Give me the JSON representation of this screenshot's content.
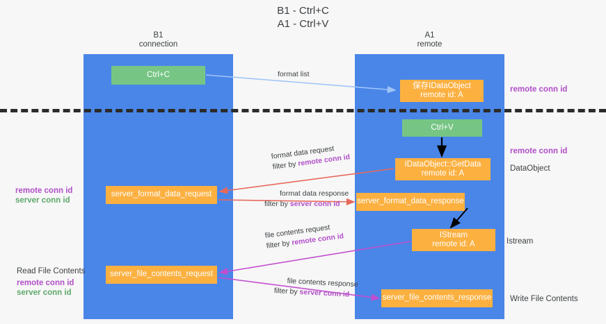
{
  "title": "B1 - Ctrl+C\nA1 - Ctrl+V",
  "columns": {
    "left": "B1\nconnection",
    "right": "A1\nremote"
  },
  "boxes": {
    "ctrl_c": "Ctrl+C",
    "idataobject_store": "保存IDataObject\nremote id: A",
    "ctrl_v": "Ctrl+V",
    "getdata": "IDataObject::GetData\nremote id: A",
    "server_format_data_request": "server_format_data_request",
    "server_format_data_response": "server_format_data_response",
    "istream": "IStream\nremote id: A",
    "server_file_contents_request": "server_file_contents_request",
    "server_file_contents_response": "server_file_contents_response"
  },
  "edge_labels": {
    "format_list": "format list",
    "format_data_request": "format data request",
    "format_data_request_filter_prefix": "filter by ",
    "format_data_request_filter_key": "remote conn id",
    "format_data_response": "format data response",
    "format_data_response_filter_prefix": "filter by ",
    "format_data_response_filter_key": "server conn id",
    "file_contents_request": "file contents request",
    "file_contents_request_filter_prefix": "filter by ",
    "file_contents_request_filter_key": "remote conn id",
    "file_contents_response": "file contents response",
    "file_contents_response_filter_prefix": "filter by ",
    "file_contents_response_filter_key": "server conn id"
  },
  "annotations": {
    "remote_conn_id_top": "remote conn id",
    "remote_conn_id_mid": "remote conn id",
    "dataobject": "DataObject",
    "istream": "Istream",
    "write_file_contents": "Write File Contents",
    "read_file_contents": "Read File Contents",
    "left_remote_conn_id": "remote conn id",
    "left_server_conn_id": "server conn id",
    "left_remote_conn_id_2": "remote conn id",
    "left_server_conn_id_2": "server conn id"
  },
  "colors": {
    "lane_blue": "#4a86e8",
    "green_box": "#76c584",
    "orange_box": "#fbb040",
    "purple_text": "#b14fc8",
    "green_text": "#5fa96b",
    "red_arrow": "#e8685a",
    "magenta_arrow": "#c24fd0",
    "lightblue_arrow": "#9fc5f8",
    "black_arrow": "#000000",
    "background": "#f7f7f7"
  }
}
